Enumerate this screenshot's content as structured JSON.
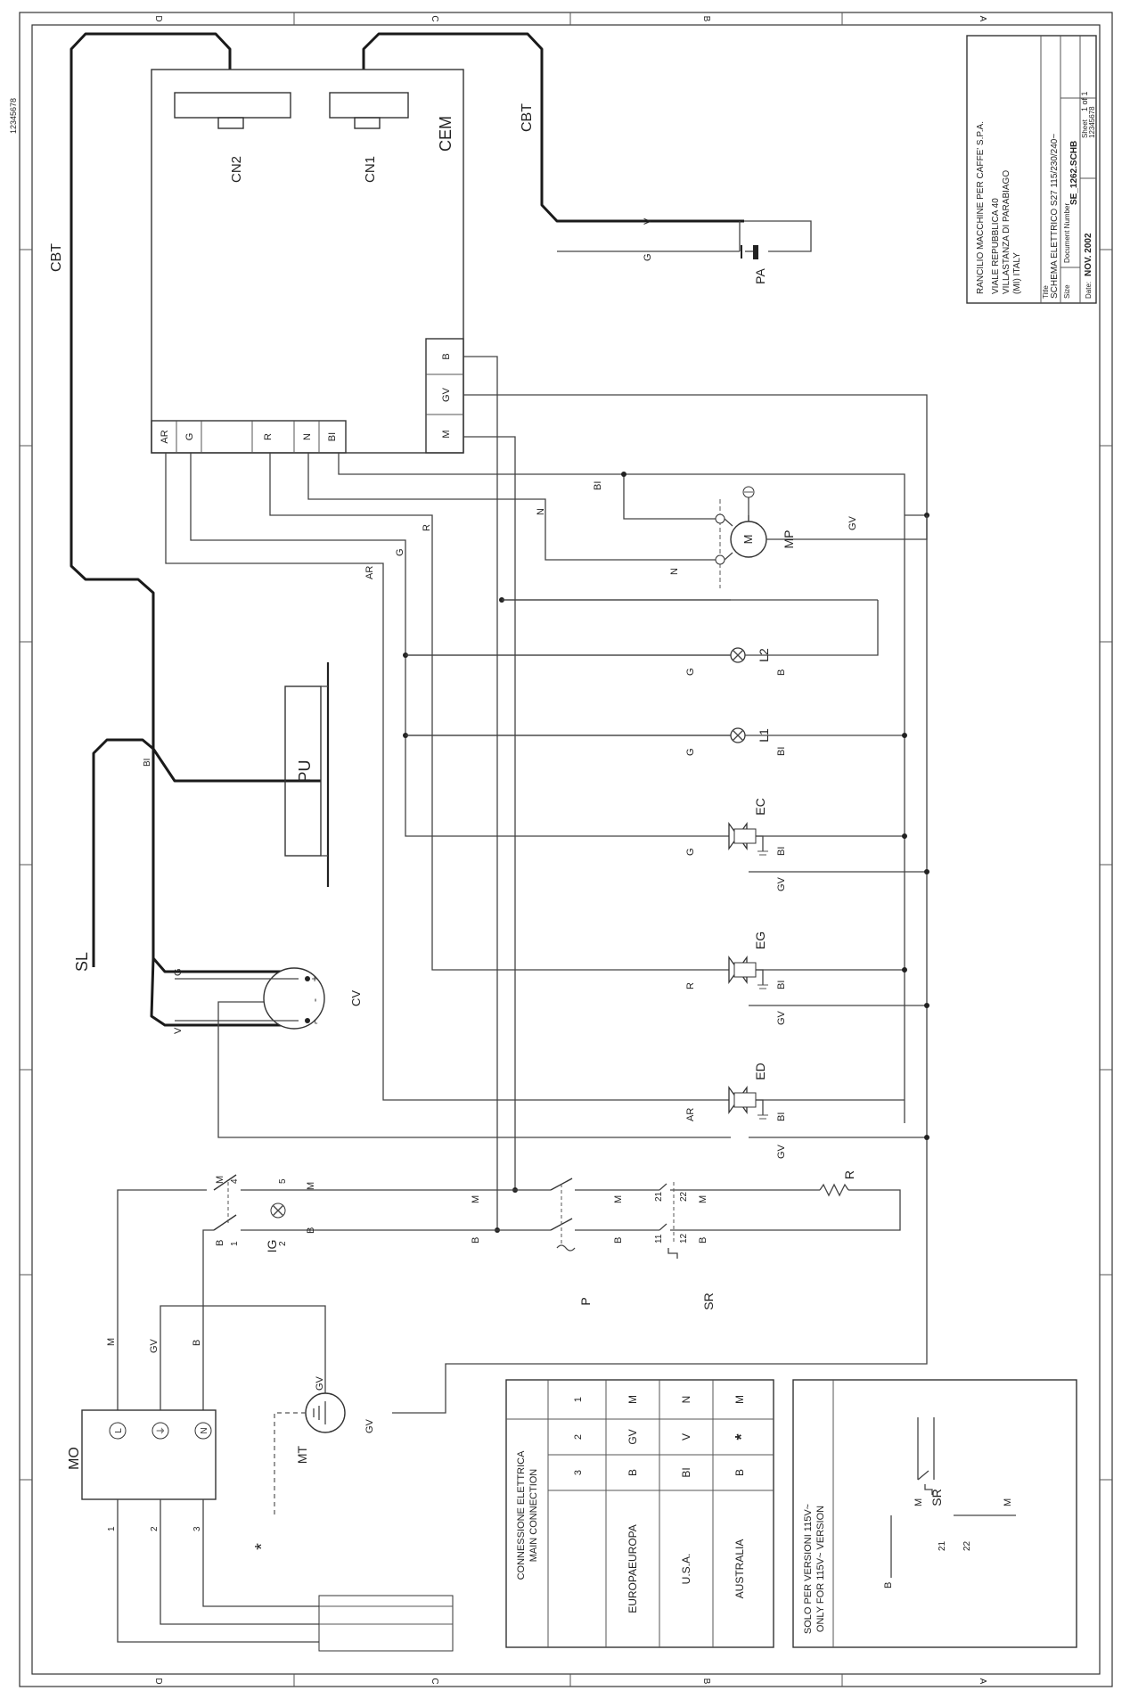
{
  "frame": {
    "drawing_id": "12345678",
    "zone_letters": [
      "D",
      "C",
      "B",
      "A"
    ]
  },
  "title_block": {
    "company": "RANCILIO MACCHINE PER CAFFE' S.P.A.",
    "address1": "VIALE REPUBBLICA 40",
    "address2": "VILLASTANZA DI PARABIAGO",
    "address3": "(MI) ITALY",
    "title_label": "Title",
    "title": "SCHEMA ELETTRICO  S27 115/230/240~",
    "size_label": "Size",
    "docnum_label": "Document Number",
    "docnum": "SE_1262.SCHB",
    "date_label": "Date:",
    "date": "NOV. 2002",
    "sheet_label": "Sheet",
    "sheet": "1  of  1",
    "sheet_code": "12345678"
  },
  "components": {
    "cbt": "CBT",
    "cem": "CEM",
    "cn1": "CN1",
    "cn2": "CN2",
    "pa": "PA",
    "mp": "MP",
    "l1": "L1",
    "l2": "L2",
    "ec": "EC",
    "eg": "EG",
    "ed": "ED",
    "pu": "PU",
    "sl": "SL",
    "cv": "CV",
    "ig": "IG",
    "p": "P",
    "sr": "SR",
    "r": "R",
    "mo": "MO",
    "mt": "MT",
    "asterisk": "*"
  },
  "terminals": [
    "AR",
    "G",
    "",
    "R",
    "N",
    "BI",
    "M",
    "GV",
    "B"
  ],
  "wire_labels": {
    "ar": "AR",
    "g": "G",
    "r": "R",
    "n": "N",
    "bi": "BI",
    "m": "M",
    "gv": "GV",
    "b": "B",
    "v": "V"
  },
  "pin_numbers": {
    "ig": [
      "4",
      "1",
      "5",
      "2"
    ],
    "sr": [
      "21",
      "22",
      "11",
      "12"
    ],
    "mo": [
      "1",
      "2",
      "3"
    ]
  },
  "connection_table": {
    "header1": "CONNESSIONE ELETTRICA",
    "header2": "MAIN CONNECTION",
    "columns": [
      "1",
      "2",
      "3"
    ],
    "rows": [
      {
        "region": "EUROPAEUROPA",
        "values": [
          "M",
          "GV",
          "B"
        ]
      },
      {
        "region": "U.S.A.",
        "values": [
          "N",
          "V",
          "BI"
        ]
      },
      {
        "region": "AUSTRALIA",
        "values": [
          "M",
          "*",
          "B"
        ]
      }
    ]
  },
  "note": {
    "line1": "SOLO PER VERSIONI 115V~",
    "line2": "ONLY FOR 115V~ VERSION",
    "sr_label": "SR",
    "wires": [
      "B",
      "M",
      "M"
    ],
    "pins": [
      "21",
      "22"
    ]
  }
}
